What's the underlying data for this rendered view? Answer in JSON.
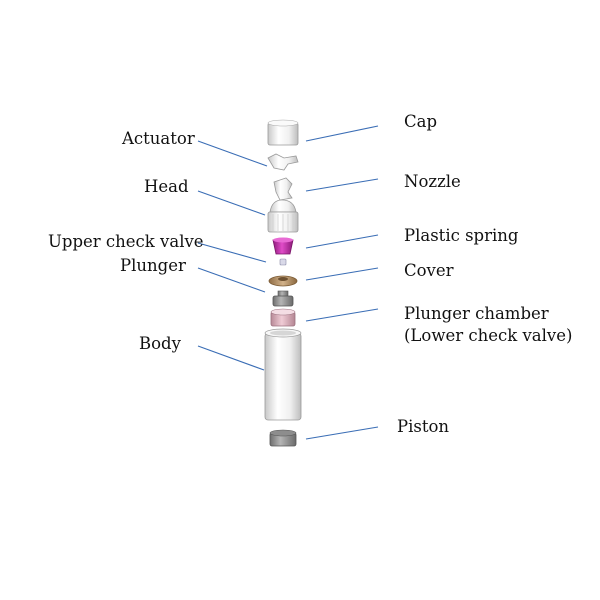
{
  "labels_left": {
    "actuator": "Actuator",
    "head": "Head",
    "upper_check_valve": "Upper check valve",
    "plunger": "Plunger",
    "body": "Body"
  },
  "labels_right": {
    "cap": "Cap",
    "nozzle": "Nozzle",
    "plastic_spring": "Plastic spring",
    "cover": "Cover",
    "plunger_chamber_line1": "Plunger chamber",
    "plunger_chamber_line2": "(Lower check valve)",
    "piston": "Piston"
  },
  "colors": {
    "leader_line": "#3a6db5",
    "spring": "#c02aa8",
    "cover": "#b89467",
    "plunger_chamber": "#d9a8b5",
    "part_white": "#f2f2f2",
    "part_grey": "#9a9a9a"
  }
}
